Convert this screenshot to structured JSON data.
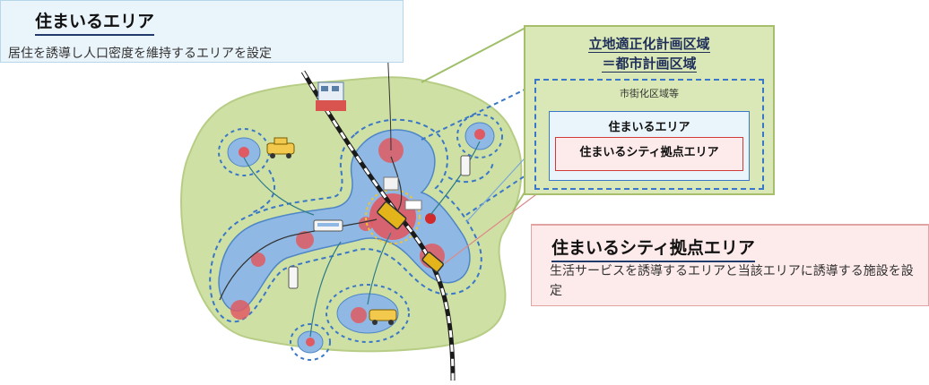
{
  "callout_top": {
    "title": "住まいるエリア",
    "description": "居住を誘導し人口密度を維持するエリアを設定"
  },
  "callout_bottom": {
    "title": "住まいるシティ拠点エリア",
    "description": "生活サービスを誘導するエリアと当該エリアに誘導する施設を設定"
  },
  "legend": {
    "title_line1": "立地適正化計画区域",
    "title_line2": "＝都市計画区域",
    "urban_area_label": "市街化区域等",
    "living_area_label": "住まいるエリア",
    "city_hub_label": "住まいるシティ拠点エリア"
  },
  "colors": {
    "planning_area_green": "#cfe0a4",
    "living_area_blue": "#8fb9e4",
    "hub_red": "#e05a63",
    "dashed_blue": "#3a77c9"
  }
}
